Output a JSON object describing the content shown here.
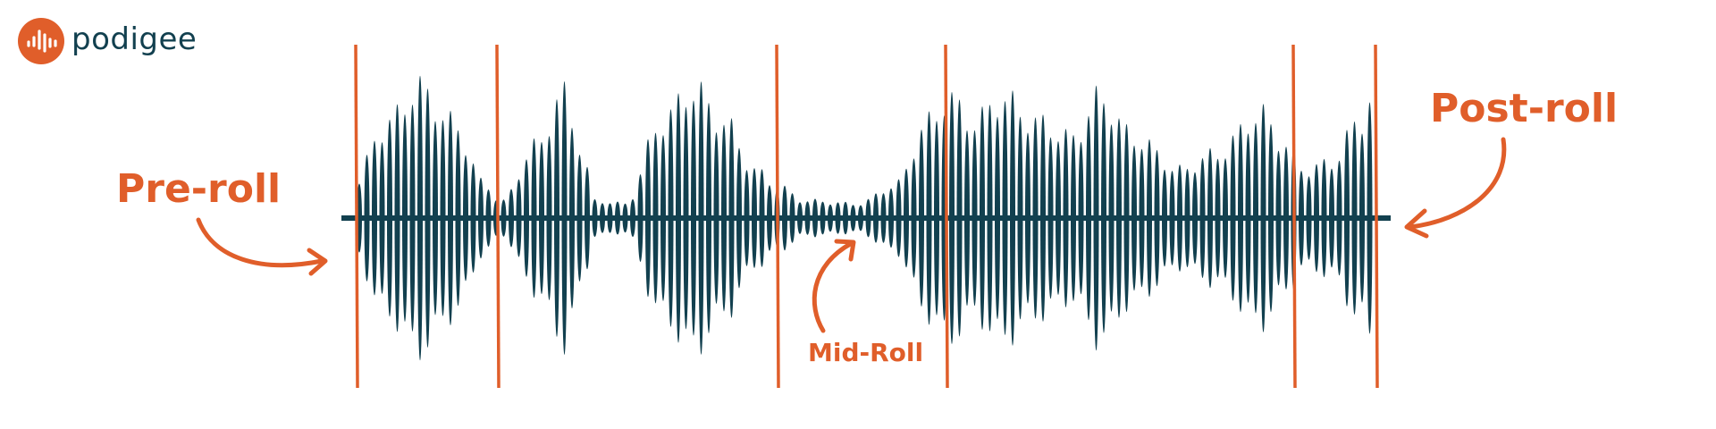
{
  "brand": {
    "name": "podigee",
    "logo_icon": "podigee-waveform-logo-icon"
  },
  "labels": {
    "pre_roll": "Pre-roll",
    "mid_roll": "Mid-Roll",
    "post_roll": "Post-roll"
  },
  "colors": {
    "accent": "#e05e2a",
    "waveform": "#12404f",
    "background": "#ffffff"
  }
}
